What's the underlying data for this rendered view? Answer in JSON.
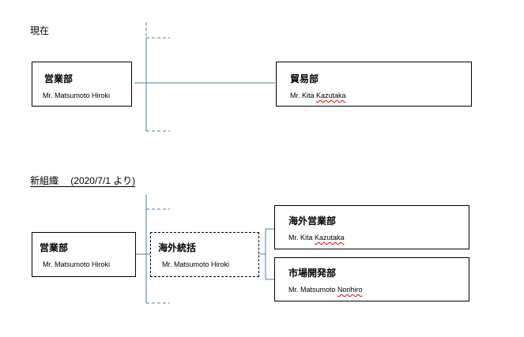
{
  "current": {
    "label": "現在",
    "left_box": {
      "dept": "営業部",
      "person": "Mr. Matsumoto Hiroki"
    },
    "right_box": {
      "dept": "貿易部",
      "person_first": "Mr. Kita ",
      "person_last": "Kazutaka"
    }
  },
  "new_org": {
    "label_main": "新組織",
    "label_note": "(2020/7/1 より)",
    "left_box": {
      "dept": "営業部",
      "person": "Mr. Matsumoto Hiroki"
    },
    "middle_box": {
      "dept": "海外統括",
      "person": "Mr. Matsumoto Hiroki"
    },
    "right_top_box": {
      "dept": "海外営業部",
      "person_first": "Mr. Kita ",
      "person_last": "Kazutaka"
    },
    "right_bottom_box": {
      "dept": "市場開発部",
      "person_first": "Mr. Matsumoto ",
      "person_last": "Norihiro"
    }
  },
  "colors": {
    "connector": "#4a7ab5",
    "border": "#000000",
    "spellcheck": "#d00000"
  }
}
